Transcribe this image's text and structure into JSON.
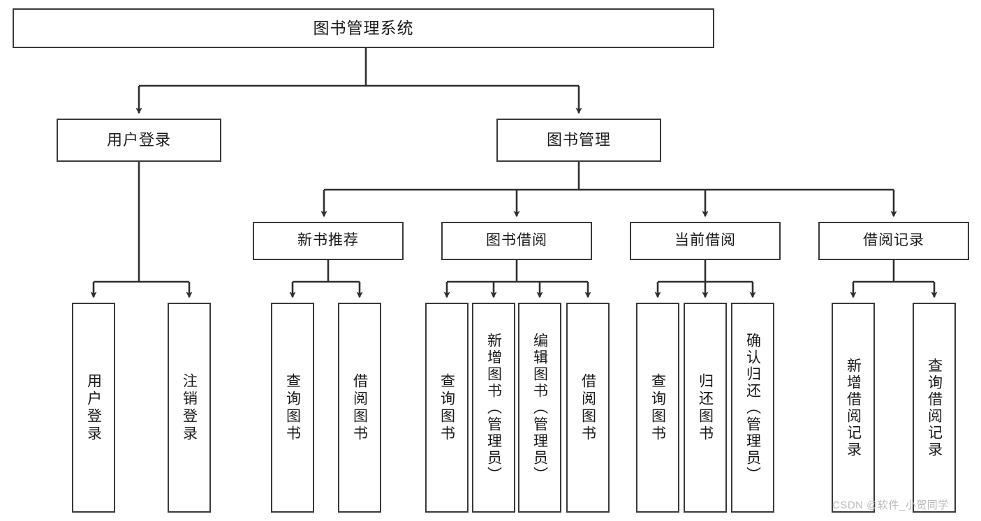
{
  "diagram": {
    "title": "图书管理系统",
    "type": "tree-hierarchy",
    "root": {
      "label": "图书管理系统"
    },
    "level1": [
      {
        "label": "用户登录"
      },
      {
        "label": "图书管理"
      }
    ],
    "level2": [
      {
        "label": "新书推荐"
      },
      {
        "label": "图书借阅"
      },
      {
        "label": "当前借阅"
      },
      {
        "label": "借阅记录"
      }
    ],
    "leaves": {
      "user_login": [
        {
          "label": "用户登录"
        },
        {
          "label": "注销登录"
        }
      ],
      "new_book": [
        {
          "label": "查询图书"
        },
        {
          "label": "借阅图书"
        }
      ],
      "book_borrow": [
        {
          "label": "查询图书"
        },
        {
          "label": "新增图书（管理员）"
        },
        {
          "label": "编辑图书（管理员）"
        },
        {
          "label": "借阅图书"
        }
      ],
      "current_borrow": [
        {
          "label": "查询图书"
        },
        {
          "label": "归还图书"
        },
        {
          "label": "确认归还（管理员）"
        }
      ],
      "borrow_record": [
        {
          "label": "新增借阅记录"
        },
        {
          "label": "查询借阅记录"
        }
      ]
    }
  },
  "watermark": {
    "text": "CSDN @软件_小贺同学"
  },
  "colors": {
    "box_border": "#3a3a3a",
    "box_fill": "#ffffff",
    "connector": "#2f2f2f",
    "text": "#1a1a1a",
    "watermark": "#b9b9b9"
  }
}
